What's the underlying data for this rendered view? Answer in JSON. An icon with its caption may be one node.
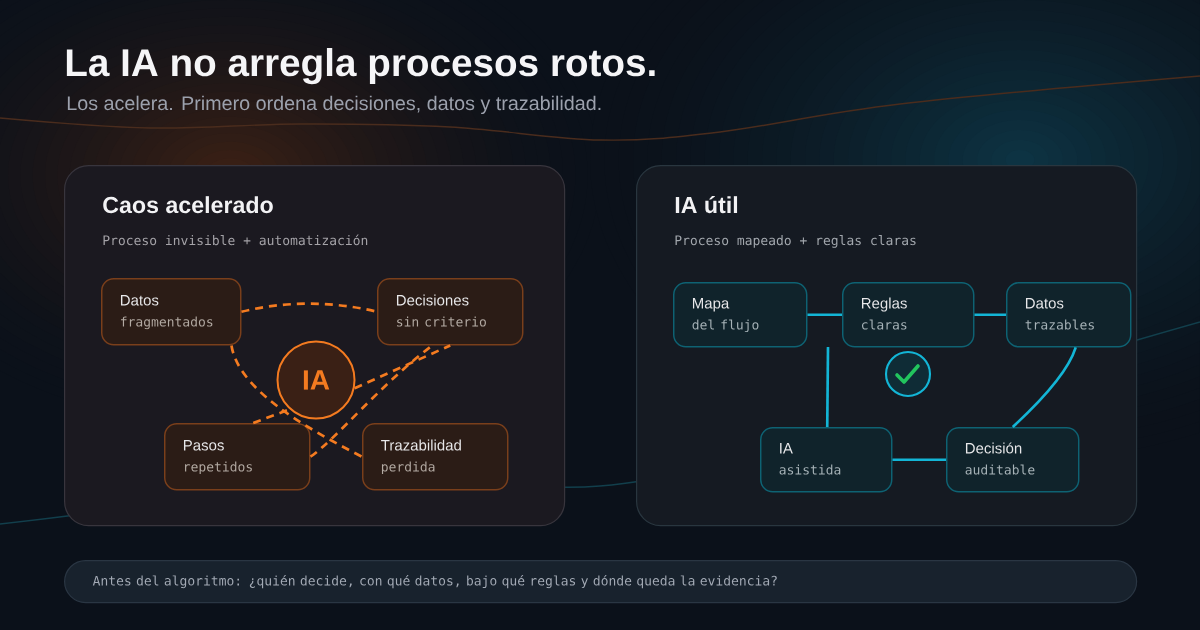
{
  "diagram": {
    "title": "La IA no arregla procesos rotos.",
    "nodes": [
      {
        "text": [
          "Caos acelerado",
          "Proceso invisible + automatización"
        ]
      },
      {
        "text": [
          "Datos",
          "fragmentados"
        ],
        "in": 0
      },
      {
        "text": [
          "Decisiones",
          "sin criterio"
        ],
        "in": 0
      },
      {
        "text": [
          "IA"
        ],
        "in": 0
      },
      {
        "text": [
          "Pasos",
          "repetidos"
        ],
        "in": 0
      },
      {
        "text": [
          "Trazabilidad",
          "perdida"
        ],
        "in": 0
      },
      {
        "text": [
          "IA útil",
          "Proceso mapeado + reglas claras"
        ]
      },
      {
        "text": [
          "Mapa",
          "del flujo"
        ],
        "in": 6
      },
      {
        "text": [
          "Reglas",
          "claras"
        ],
        "in": 6
      },
      {
        "text": [
          "Datos",
          "trazables"
        ],
        "in": 6
      },
      {
        "text": [
          "IA",
          "asistida"
        ],
        "in": 6
      },
      {
        "text": [
          "Decisión",
          "auditable"
        ],
        "in": 6
      },
      {
        "text": [
          "Antes del algoritmo: ¿quién decide, con qué datos, bajo qué reglas y dónde queda la evidencia?"
        ]
      }
    ],
    "edges": [
      {
        "from": 1,
        "to": 2,
        "arrow": "none",
        "style": "dashed",
        "color": "#f47b20"
      },
      {
        "from": 1,
        "to": 5,
        "arrow": "none",
        "style": "dashed",
        "color": "#f47b20"
      },
      {
        "from": 4,
        "to": 3,
        "arrow": "none",
        "style": "dashed",
        "color": "#f47b20"
      },
      {
        "from": 3,
        "to": 2,
        "arrow": "none",
        "style": "dashed",
        "color": "#f47b20"
      },
      {
        "from": 4,
        "to": 2,
        "arrow": "none",
        "style": "dashed",
        "color": "#f47b20"
      },
      {
        "from": 7,
        "to": 8,
        "arrow": "none",
        "color": "#13b5d6"
      },
      {
        "from": 8,
        "to": 9,
        "arrow": "none",
        "color": "#13b5d6"
      },
      {
        "from": null,
        "to": 10,
        "arrow": "none",
        "color": "#13b5d6"
      },
      {
        "from": 9,
        "to": 11,
        "arrow": "none",
        "color": "#13b5d6"
      },
      {
        "from": 10,
        "to": 11,
        "arrow": "none",
        "color": "#13b5d6"
      }
    ],
    "labels": [
      "Los acelera. Primero ordena decisiones, datos y trazabilidad."
    ]
  }
}
